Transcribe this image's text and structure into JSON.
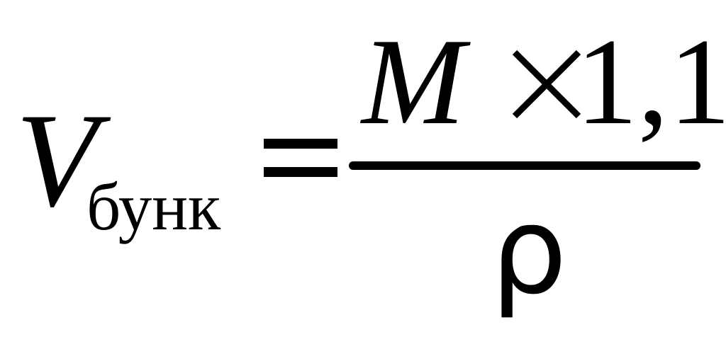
{
  "formula": {
    "lhs": {
      "variable": "V",
      "subscript": "бунк"
    },
    "equals_sign": "=",
    "numerator": {
      "variable": "M",
      "operator": "×",
      "coefficient": "1,1"
    },
    "denominator": {
      "symbol": "ρ"
    }
  }
}
